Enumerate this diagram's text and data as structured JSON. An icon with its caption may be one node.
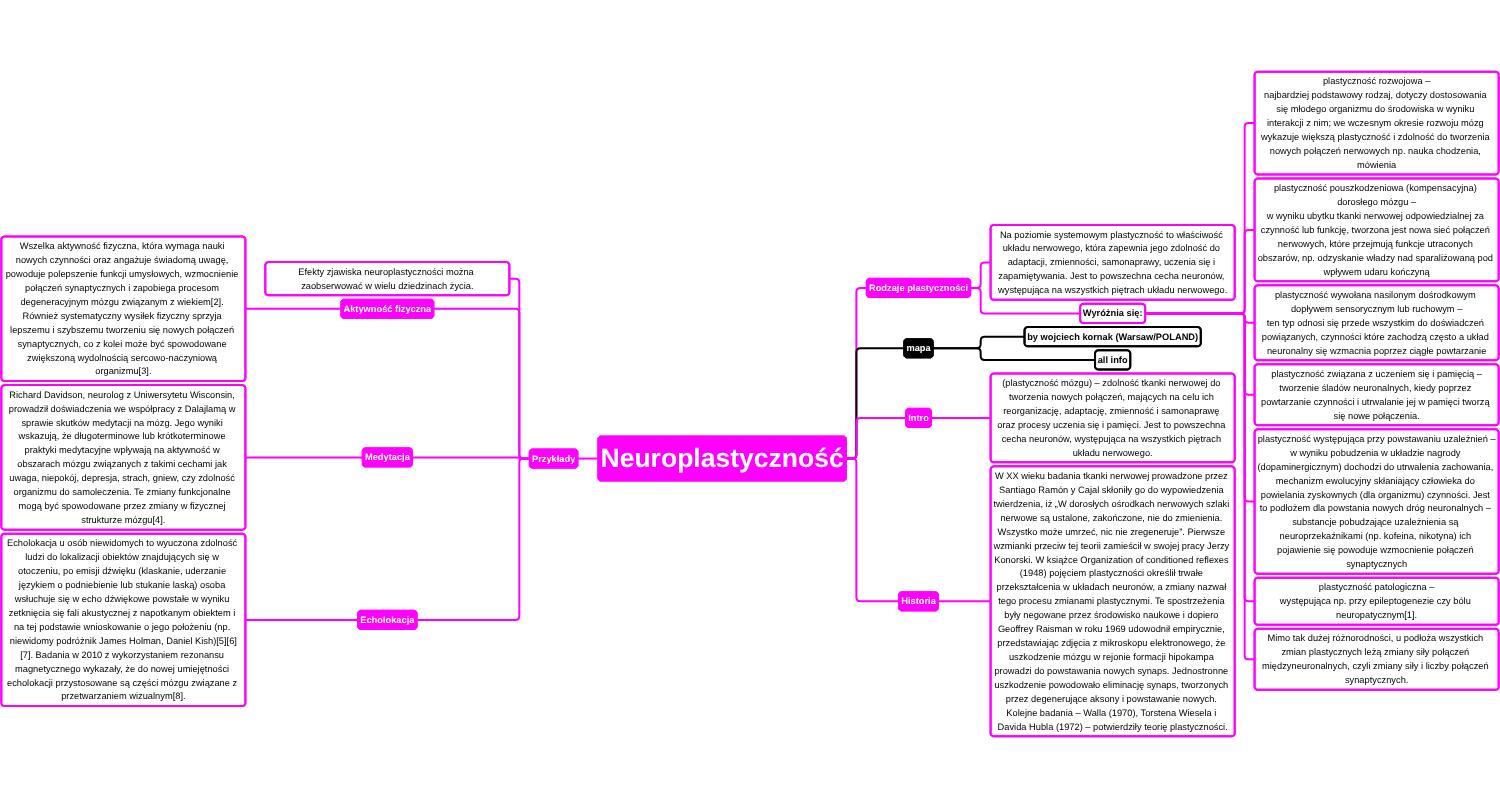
{
  "diagram": {
    "nodes": [
      {
        "text": [
          "Neuroplastyczność"
        ]
      },
      {
        "text": [
          "Przykłady"
        ]
      },
      {
        "text": [
          "Efekty zjawiska neuroplastyczności można zaobserwować w wielu dziedzinach życia."
        ]
      },
      {
        "text": [
          "Aktywność fizyczna"
        ]
      },
      {
        "text": [
          "Wszelka aktywność fizyczna, która wymaga nauki nowych czynności oraz angażuje świadomą uwagę, powoduje polepszenie funkcji umysłowych, wzmocnienie połączeń synaptycznych i zapobiega procesom degeneracyjnym mózgu związanym z wiekiem[2]. Również systematyczny wysiłek fizyczny sprzyja lepszemu i szybszemu tworzeniu się nowych połączeń synaptycznych, co z kolei może być spowodowane zwiększoną wydolnością sercowo-naczyniową organizmu[3]."
        ]
      },
      {
        "text": [
          "Medytacja"
        ]
      },
      {
        "text": [
          "Richard Davidson, neurolog z Uniwersytetu Wisconsin, prowadził doświadczenia we współpracy z Dalajlamą w sprawie skutków medytacji na mózg. Jego wyniki wskazują, że długoterminowe lub krótkoterminowe praktyki medytacyjne wpływają na aktywność w obszarach mózgu związanych z takimi cechami jak uwaga, niepokój, depresja, strach, gniew, czy zdolność organizmu do samoleczenia. Te zmiany funkcjonalne mogą być spowodowane przez zmiany w fizycznej strukturze mózgu[4]."
        ]
      },
      {
        "text": [
          "Echolokacja"
        ]
      },
      {
        "text": [
          "Echolokacja u osób niewidomych to wyuczona zdolność ludzi do lokalizacji obiektów znajdujących się w otoczeniu, po emisji dźwięku (klaskanie, uderzanie językiem o podniebienie lub stukanie laską) osoba wsłuchuje się w echo dźwiękowe powstałe w wyniku zetknięcia się fali akustycznej z napotkanym obiektem i na tej podstawie wnioskowanie o jego położeniu (np. niewidomy podróżnik James Holman, Daniel Kish)[5][6][7]. Badania w 2010 z wykorzystaniem rezonansu magnetycznego wykazały, że do nowej umiejętności echolokacji przystosowane są części mózgu związane z przetwarzaniem wizualnym[8]."
        ]
      },
      {
        "text": [
          "Rodzaje plastyczności"
        ]
      },
      {
        "text": [
          "Na poziomie systemowym plastyczność to właściwość układu nerwowego, która zapewnia jego zdolność do adaptacji, zmienności, samonaprawy, uczenia się i zapamiętywania. Jest to powszechna cecha neuronów, występująca na wszystkich piętrach układu nerwowego."
        ]
      },
      {
        "text": [
          "Wyróżnia się:"
        ]
      },
      {
        "text": [
          "plastyczność rozwojowa –",
          "najbardziej podstawowy rodzaj, dotyczy dostosowania się młodego organizmu do środowiska w wyniku interakcji z nim; we wczesnym okresie rozwoju mózg wykazuje większą plastyczność i zdolność do tworzenia nowych połączeń nerwowych np. nauka chodzenia, mówienia"
        ]
      },
      {
        "text": [
          "plastyczność pouszkodzeniowa (kompensacyjna) dorosłego mózgu –",
          "w wyniku ubytku tkanki nerwowej odpowiedzialnej za czynność lub funkcję, tworzona jest nowa sieć połączeń nerwowych, które przejmują funkcje utraconych obszarów, np. odzyskanie władzy nad sparaliżowaną pod wpływem udaru kończyną"
        ]
      },
      {
        "text": [
          "plastyczność wywołana nasilonym dośrodkowym dopływem sensorycznym lub ruchowym –",
          "ten typ odnosi się przede wszystkim do doświadczeń powiązanych, czynności które zachodzą często a układ neuronalny się wzmacnia poprzez ciągłe powtarzanie"
        ]
      },
      {
        "text": [
          "plastyczność związana z uczeniem się i pamięcią –",
          "tworzenie śladów neuronalnych, kiedy poprzez powtarzanie czynności i utrwalanie jej w pamięci tworzą się nowe połączenia."
        ]
      },
      {
        "text": [
          "plastyczność występująca przy powstawaniu uzależnień –",
          "w wyniku pobudzenia w układzie nagrody (dopaminergicznym) dochodzi do utrwalenia zachowania, mechanizm ewolucyjny skłaniający człowieka do powielania zyskownych (dla organizmu) czynności. Jest to podłożem dla powstania nowych dróg neuronalnych – substancje pobudzające uzależnienia są neuroprzekaźnikami (np. kofeina, nikotyna) ich pojawienie się powoduje wzmocnienie połączeń synaptycznych"
        ]
      },
      {
        "text": [
          "plastyczność patologiczna –",
          "występująca np. przy epileptogenezie czy bólu neuropatycznym[1]."
        ]
      },
      {
        "text": [
          "Mimo tak dużej różnorodności, u podłoża wszystkich zmian plastycznych leżą zmiany siły połączeń międzyneuronalnych, czyli zmiany siły i liczby połączeń synaptycznych."
        ]
      },
      {
        "text": [
          "mapa"
        ]
      },
      {
        "text": [
          "by wojciech kornak (Warsaw/POLAND)"
        ]
      },
      {
        "text": [
          "all info"
        ]
      },
      {
        "text": [
          "Intro"
        ]
      },
      {
        "text": [
          "(plastyczność mózgu) – zdolność tkanki nerwowej do tworzenia nowych połączeń, mających na celu ich reorganizację, adaptację, zmienność i samonaprawę oraz procesy uczenia się i pamięci. Jest to powszechna cecha neuronów, występująca na wszystkich piętrach układu nerwowego."
        ]
      },
      {
        "text": [
          "Historia"
        ]
      },
      {
        "text": [
          "W XX wieku badania tkanki nerwowej prowadzone przez Santiago Ramón y Cajal skłoniły go do wypowiedzenia twierdzenia, iż „W dorosłych ośrodkach nerwowych szlaki nerwowe są ustalone, zakończone, nie do zmienienia. Wszystko może umrzeć, nic nie zregeneruje”. Pierwsze wzmianki przeciw tej teorii zamieścił w swojej pracy Jerzy Konorski. W książce Organization of conditioned reflexes (1948) pojęciem plastyczności określił trwałe przekształcenia w układach neuronów, a zmiany nazwał tego procesu zmianami plastycznymi. Te spostrzeżenia były negowane przez środowisko naukowe i dopiero Geoffrey Raisman w roku 1969 udowodnił empirycznie, przedstawiając zdjęcia z mikroskopu elektronowego, że uszkodzenie mózgu w rejonie formacji hipokampa prowadzi do powstawania nowych synaps. Jednostronne uszkodzenie powodowało eliminację synaps, tworzonych przez degenerujące aksony i powstawanie nowych. Kolejne badania – Walla (1970), Torstena Wiesela i Davida Hubla (1972) – potwierdziły teorię plastyczności."
        ]
      }
    ],
    "edges": [
      {
        "from": 1,
        "to": 0,
        "arrow": "none"
      },
      {
        "from": 2,
        "to": 1,
        "arrow": "none"
      },
      {
        "from": 3,
        "to": 1,
        "arrow": "none"
      },
      {
        "from": 4,
        "to": 3,
        "arrow": "none"
      },
      {
        "from": 5,
        "to": 1,
        "arrow": "none"
      },
      {
        "from": 6,
        "to": 5,
        "arrow": "none"
      },
      {
        "from": 7,
        "to": 1,
        "arrow": "none"
      },
      {
        "from": 8,
        "to": 7,
        "arrow": "none"
      },
      {
        "from": 0,
        "to": 9,
        "arrow": "none"
      },
      {
        "from": 9,
        "to": 11,
        "arrow": "none"
      },
      {
        "from": 9,
        "to": 10,
        "arrow": "none"
      },
      {
        "from": 11,
        "to": 12,
        "arrow": "none"
      },
      {
        "from": 11,
        "to": 13,
        "arrow": "none"
      },
      {
        "from": 11,
        "to": 14,
        "arrow": "none"
      },
      {
        "from": 11,
        "to": 15,
        "arrow": "none"
      },
      {
        "from": 11,
        "to": 16,
        "arrow": "none"
      },
      {
        "from": 11,
        "to": 17,
        "arrow": "none"
      },
      {
        "from": 11,
        "to": 18,
        "arrow": "none"
      },
      {
        "from": 0,
        "to": 19,
        "arrow": "none",
        "color": "#000000"
      },
      {
        "from": 19,
        "to": 20,
        "arrow": "none",
        "color": "#000000"
      },
      {
        "from": 19,
        "to": 21,
        "arrow": "none",
        "color": "#000000"
      },
      {
        "from": 0,
        "to": 22,
        "arrow": "none"
      },
      {
        "from": 22,
        "to": 23,
        "arrow": "none"
      },
      {
        "from": 0,
        "to": 24,
        "arrow": "none"
      },
      {
        "from": 24,
        "to": 25,
        "arrow": "none"
      }
    ]
  }
}
